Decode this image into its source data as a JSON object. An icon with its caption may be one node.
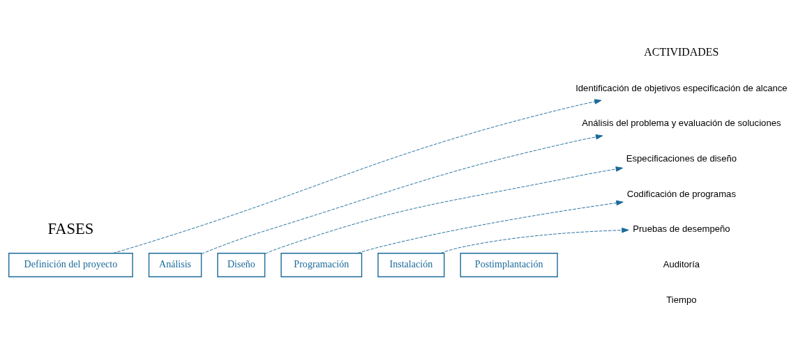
{
  "diagram": {
    "nodes": [
      {
        "text": [
          "Definición del proyecto"
        ]
      },
      {
        "text": [
          "Análisis"
        ]
      },
      {
        "text": [
          "Diseño"
        ]
      },
      {
        "text": [
          "Programación"
        ]
      },
      {
        "text": [
          "Instalación"
        ]
      },
      {
        "text": [
          "Postimplantación"
        ]
      },
      {
        "text": [
          "Identificación de objetivos especificación de alcance"
        ]
      },
      {
        "text": [
          "Análisis del problema y evaluación de soluciones"
        ]
      },
      {
        "text": [
          "Especificaciones de diseño"
        ]
      },
      {
        "text": [
          "Codificación de programas"
        ]
      },
      {
        "text": [
          "Pruebas de desempeño"
        ]
      }
    ],
    "edges": [
      {
        "from": 0,
        "to": 6,
        "arrow": "to",
        "style": "dashed"
      },
      {
        "from": 1,
        "to": 7,
        "arrow": "to",
        "style": "dashed"
      },
      {
        "from": 2,
        "to": 8,
        "arrow": "to",
        "style": "dashed"
      },
      {
        "from": 3,
        "to": 9,
        "arrow": "to",
        "style": "dashed"
      },
      {
        "from": 4,
        "to": 10,
        "arrow": "to",
        "style": "dashed"
      }
    ],
    "labels": [
      "FASES",
      "ACTIVIDADES",
      "Auditoría",
      "Tiempo"
    ]
  }
}
